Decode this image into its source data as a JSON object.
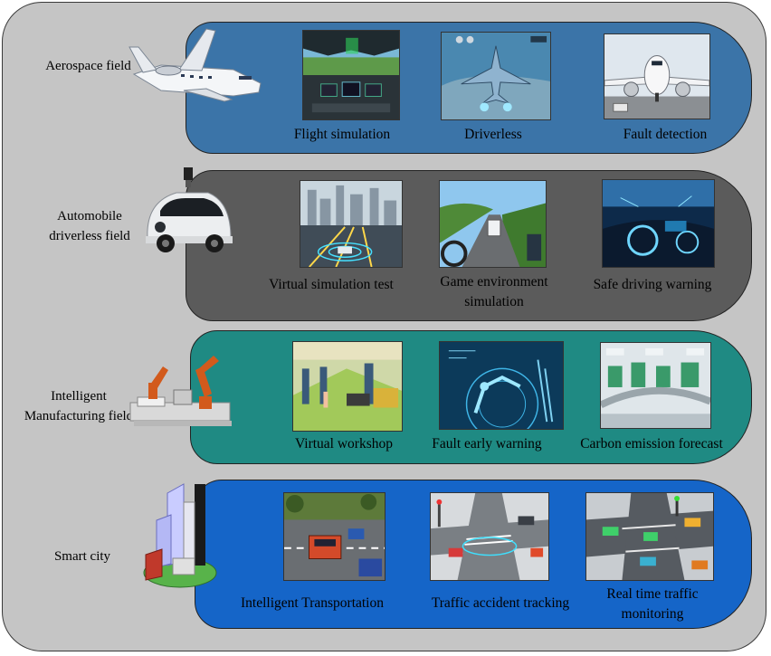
{
  "fields": [
    {
      "label": "Aerospace field",
      "band_color": "#3b74a8",
      "icon": "business-jet-icon",
      "items": [
        {
          "caption": "Flight simulation",
          "image": "cockpit-image"
        },
        {
          "caption": "Driverless",
          "image": "fighter-jet-image"
        },
        {
          "caption": "Fault detection",
          "image": "airliner-image"
        }
      ]
    },
    {
      "label": "Automobile driverless field",
      "band_color": "#5b5b5b",
      "icon": "self-driving-car-icon",
      "items": [
        {
          "caption": "Virtual simulation test",
          "image": "city-highway-image"
        },
        {
          "caption": "Game environment simulation",
          "image": "game-road-image"
        },
        {
          "caption": "Safe driving warning",
          "image": "car-dashboard-image"
        }
      ]
    },
    {
      "label": "Intelligent Manufacturing field",
      "band_color": "#1f8a83",
      "icon": "industrial-robot-icon",
      "items": [
        {
          "caption": "Virtual workshop",
          "image": "workshop-image"
        },
        {
          "caption": "Fault early warning",
          "image": "robot-arm-hologram-image"
        },
        {
          "caption": "Carbon emission forecast",
          "image": "factory-line-image"
        }
      ]
    },
    {
      "label": "Smart city",
      "band_color": "#1565c8",
      "icon": "skyscrapers-icon",
      "items": [
        {
          "caption": "Intelligent Transportation",
          "image": "street-traffic-image"
        },
        {
          "caption": "Traffic accident tracking",
          "image": "intersection-image"
        },
        {
          "caption": "Real time traffic monitoring",
          "image": "aerial-intersection-image"
        }
      ]
    }
  ]
}
